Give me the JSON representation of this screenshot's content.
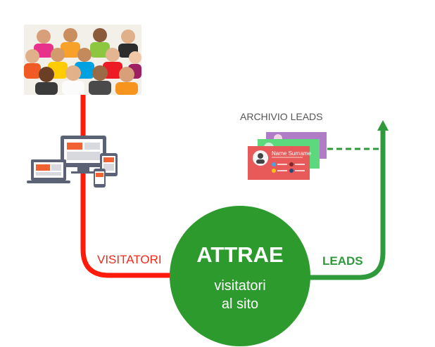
{
  "diagram": {
    "visitors_label": "VISITATORI",
    "leads_label": "LEADS",
    "archive_label": "ARCHIVIO LEADS",
    "center_title": "ATTRAE",
    "center_subtitle_line1": "visitatori",
    "center_subtitle_line2": "al sito",
    "card_name": "Name Surname"
  },
  "colors": {
    "visitors_path": "#ff1a0a",
    "leads_path": "#2e9a3c",
    "circle": "#2c9a2c",
    "card_red": "#e85a5a",
    "card_green": "#5bd97c",
    "card_purple": "#b07cc6"
  },
  "icons": [
    "crowd-image",
    "devices-icon",
    "contact-card-icon",
    "arrow-up-icon"
  ]
}
